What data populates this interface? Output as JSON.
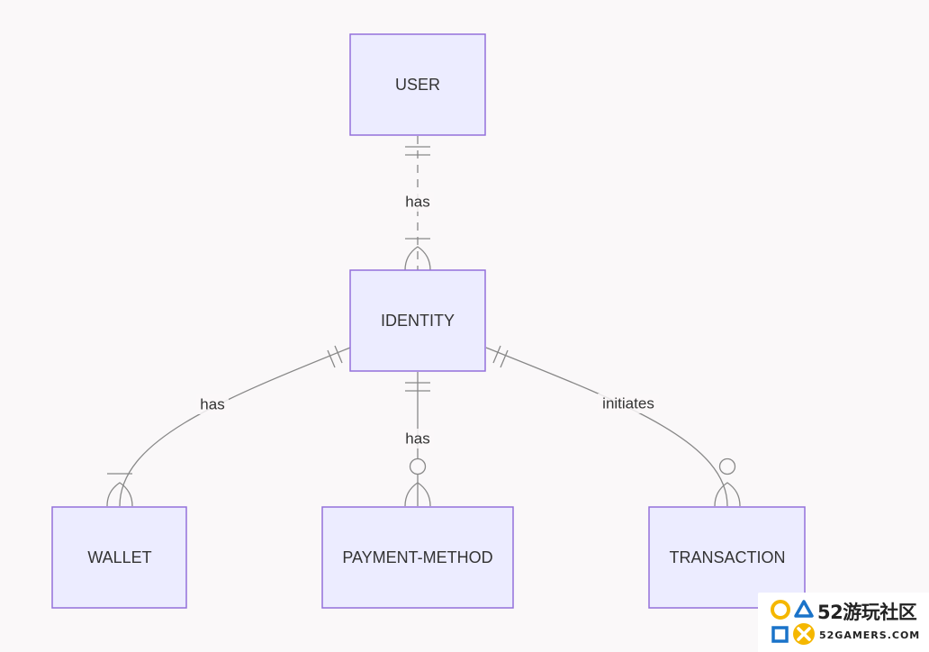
{
  "entities": {
    "user": "USER",
    "identity": "IDENTITY",
    "wallet": "WALLET",
    "payment_method": "PAYMENT-METHOD",
    "transaction": "TRANSACTION"
  },
  "relationships": [
    {
      "from": "USER",
      "to": "IDENTITY",
      "label": "has",
      "from_cardinality": "exactly-one",
      "to_cardinality": "one-or-more",
      "identifying": false
    },
    {
      "from": "IDENTITY",
      "to": "WALLET",
      "label": "has",
      "from_cardinality": "exactly-one",
      "to_cardinality": "one-or-more",
      "identifying": true
    },
    {
      "from": "IDENTITY",
      "to": "PAYMENT-METHOD",
      "label": "has",
      "from_cardinality": "exactly-one",
      "to_cardinality": "zero-or-more",
      "identifying": true
    },
    {
      "from": "IDENTITY",
      "to": "TRANSACTION",
      "label": "initiates",
      "from_cardinality": "exactly-one",
      "to_cardinality": "zero-or-more",
      "identifying": true
    }
  ],
  "colors": {
    "background": "#faf8f9",
    "entity_fill": "#ececff",
    "entity_stroke": "#9370db",
    "line": "#888888",
    "text": "#333333"
  },
  "watermark": {
    "title": "52游玩社区",
    "subtitle": "52GAMERS.COM"
  }
}
